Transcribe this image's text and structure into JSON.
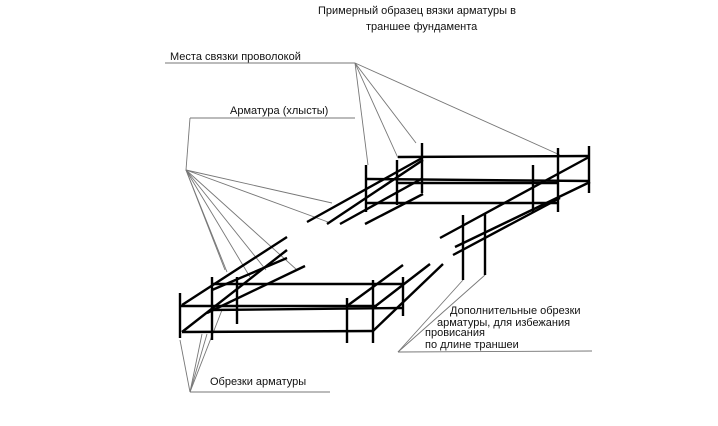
{
  "title": {
    "line1": "Примерный образец вязки арматуры в",
    "line2": "траншее фундамента"
  },
  "labels": {
    "tie_points": "Места связки проволокой",
    "rebar": "Арматура (хлысты)",
    "rebar_cuts": "Обрезки арматуры",
    "extra_cuts_line1": "Дополнительные обрезки",
    "extra_cuts_line2": "арматуры, для избежания",
    "extra_cuts_line3": "провисания",
    "extra_cuts_line4": "по длине траншеи"
  }
}
